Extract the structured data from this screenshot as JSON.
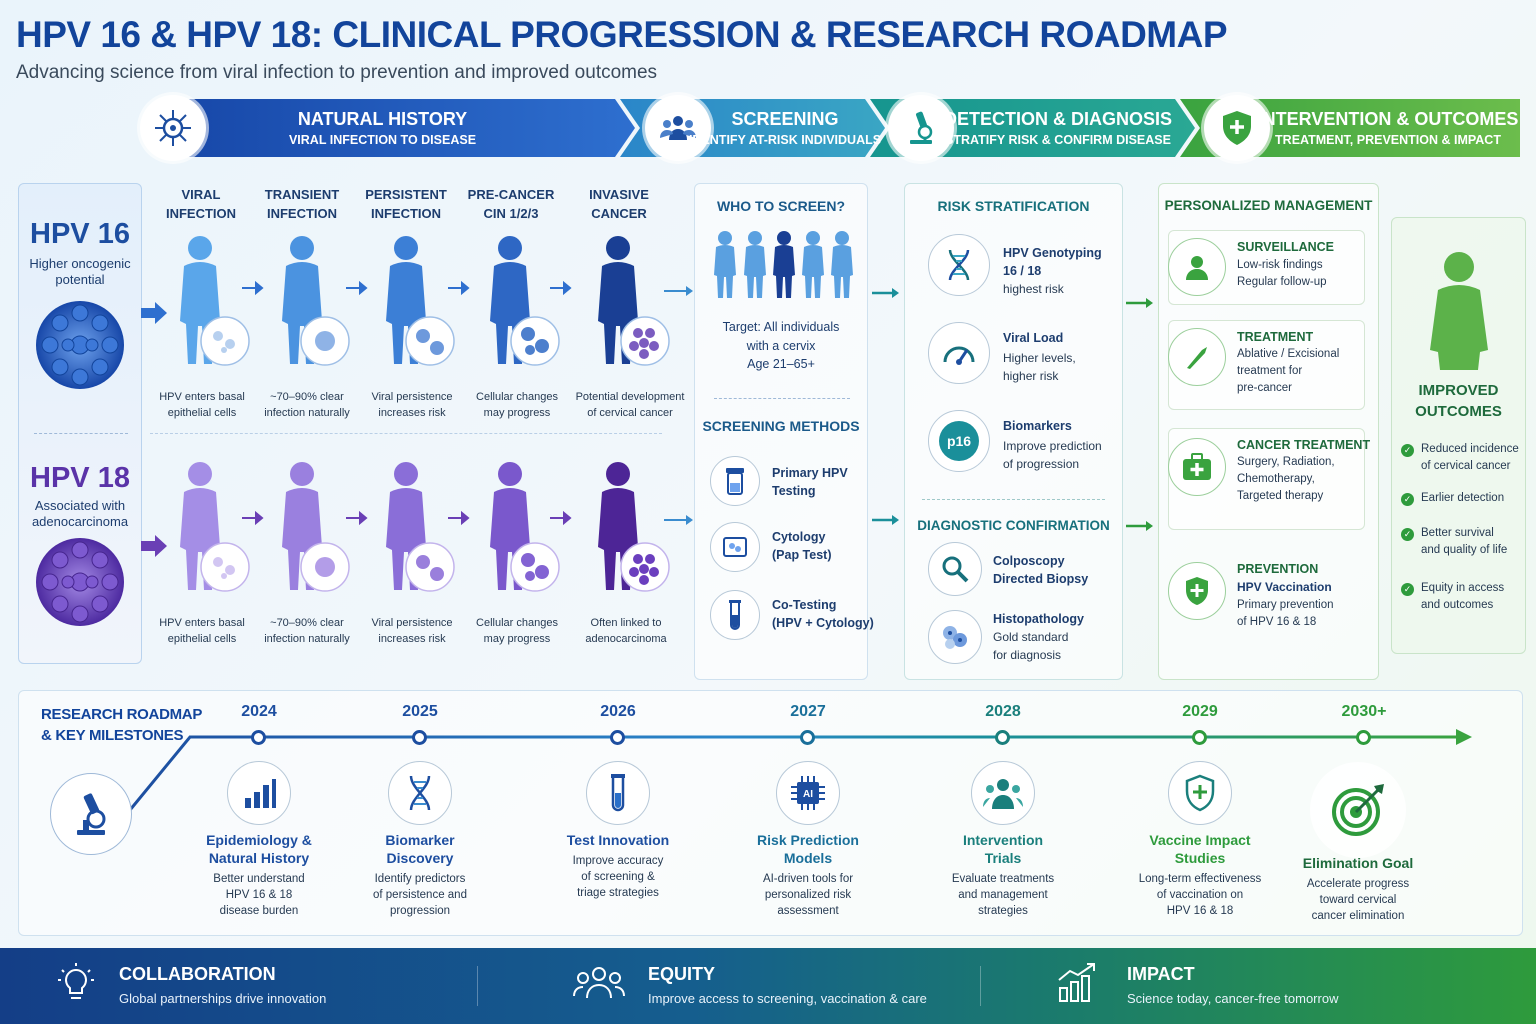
{
  "header": {
    "title": "HPV 16 & HPV 18: CLINICAL PROGRESSION & RESEARCH ROADMAP",
    "subtitle": "Advancing science from viral infection to prevention and improved outcomes"
  },
  "bands": [
    {
      "title": "NATURAL HISTORY",
      "subtitle": "VIRAL INFECTION TO DISEASE",
      "icon": "virus-icon"
    },
    {
      "title": "SCREENING",
      "subtitle": "IDENTIFY AT-RISK INDIVIDUALS",
      "icon": "people-icon"
    },
    {
      "title": "DETECTION & DIAGNOSIS",
      "subtitle": "STRATIFY RISK & CONFIRM DISEASE",
      "icon": "microscope-icon"
    },
    {
      "title": "INTERVENTION & OUTCOMES",
      "subtitle": "TREATMENT, PREVENTION & IMPACT",
      "icon": "shield-icon"
    }
  ],
  "colors": {
    "blue": "#1d4ea0",
    "purple": "#6a3fb5",
    "teal": "#1a8f9a",
    "green": "#2e9b3c"
  },
  "strains": [
    {
      "name": "HPV 16",
      "desc1": "Higher oncogenic",
      "desc2": "potential",
      "color": "#1d4ea0"
    },
    {
      "name": "HPV 18",
      "desc1": "Associated with",
      "desc2": "adenocarcinoma",
      "color": "#6a3fb5"
    }
  ],
  "stages": [
    {
      "line1": "VIRAL",
      "line2": "INFECTION"
    },
    {
      "line1": "TRANSIENT",
      "line2": "INFECTION"
    },
    {
      "line1": "PERSISTENT",
      "line2": "INFECTION"
    },
    {
      "line1": "PRE-CANCER",
      "line2": "CIN 1/2/3"
    },
    {
      "line1": "INVASIVE",
      "line2": "CANCER"
    }
  ],
  "captions16": [
    {
      "a": "HPV enters basal",
      "b": "epithelial cells"
    },
    {
      "a": "~70–90% clear",
      "b": "infection naturally"
    },
    {
      "a": "Viral persistence",
      "b": "increases risk"
    },
    {
      "a": "Cellular changes",
      "b": "may progress"
    },
    {
      "a": "Potential development",
      "b": "of cervical cancer"
    }
  ],
  "captions18": [
    {
      "a": "HPV enters basal",
      "b": "epithelial cells"
    },
    {
      "a": "~70–90% clear",
      "b": "infection naturally"
    },
    {
      "a": "Viral persistence",
      "b": "increases risk"
    },
    {
      "a": "Cellular changes",
      "b": "may progress"
    },
    {
      "a": "Often linked to",
      "b": "adenocarcinoma"
    }
  ],
  "screening": {
    "who_title": "WHO TO SCREEN?",
    "target1": "Target: All individuals",
    "target2": "with a cervix",
    "target3": "Age 21–65+",
    "methods_title": "SCREENING METHODS",
    "methods": [
      {
        "l1": "Primary HPV",
        "l2": "Testing",
        "icon": "test-jar-icon"
      },
      {
        "l1": "Cytology",
        "l2": "(Pap Test)",
        "icon": "slide-icon"
      },
      {
        "l1": "Co-Testing",
        "l2": "(HPV + Cytology)",
        "icon": "test-tube-icon"
      }
    ]
  },
  "detection": {
    "risk_title": "RISK STRATIFICATION",
    "risk_items": [
      {
        "t": "HPV Genotyping",
        "t2": "16 / 18",
        "d": "highest risk",
        "d2": "",
        "icon": "dna-icon"
      },
      {
        "t": "Viral Load",
        "t2": "",
        "d": "Higher levels,",
        "d2": "higher risk",
        "icon": "gauge-icon"
      },
      {
        "t": "Biomarkers",
        "t2": "",
        "d": "Improve prediction",
        "d2": "of progression",
        "icon": "p16-icon",
        "badge": "p16"
      }
    ],
    "diag_title": "DIAGNOSTIC CONFIRMATION",
    "diag_items": [
      {
        "t": "Colposcopy",
        "t2": "Directed Biopsy",
        "d": "",
        "d2": "",
        "icon": "magnifier-icon"
      },
      {
        "t": "Histopathology",
        "t2": "",
        "d": "Gold standard",
        "d2": "for diagnosis",
        "icon": "cells-icon"
      }
    ]
  },
  "management": {
    "title": "PERSONALIZED MANAGEMENT",
    "items": [
      {
        "t": "SURVEILLANCE",
        "sub": "",
        "d1": "Low-risk findings",
        "d2": "Regular follow-up",
        "d3": "",
        "d4": "",
        "icon": "person-icon"
      },
      {
        "t": "TREATMENT",
        "sub": "",
        "d1": "Ablative / Excisional",
        "d2": "treatment for",
        "d3": "pre-cancer",
        "d4": "",
        "icon": "scalpel-icon"
      },
      {
        "t": "CANCER TREATMENT",
        "sub": "",
        "d1": "Surgery, Radiation,",
        "d2": "Chemotherapy,",
        "d3": "Targeted therapy",
        "d4": "",
        "icon": "medkit-icon"
      },
      {
        "t": "PREVENTION",
        "sub": "HPV Vaccination",
        "d1": "Primary prevention",
        "d2": "of HPV 16 & 18",
        "d3": "",
        "d4": "",
        "icon": "shield-plus-icon"
      }
    ]
  },
  "outcomes": {
    "title1": "IMPROVED",
    "title2": "OUTCOMES",
    "items": [
      {
        "a": "Reduced incidence",
        "b": "of cervical cancer"
      },
      {
        "a": "Earlier detection",
        "b": ""
      },
      {
        "a": "Better survival",
        "b": "and quality of life"
      },
      {
        "a": "Equity in access",
        "b": "and outcomes"
      }
    ]
  },
  "roadmap": {
    "title1": "RESEARCH ROADMAP",
    "title2": "& KEY MILESTONES",
    "milestones": [
      {
        "year": "2024",
        "t1": "Epidemiology &",
        "t2": "Natural History",
        "d1": "Better understand",
        "d2": "HPV 16 & 18",
        "d3": "disease burden",
        "icon": "bar-chart-icon"
      },
      {
        "year": "2025",
        "t1": "Biomarker",
        "t2": "Discovery",
        "d1": "Identify predictors",
        "d2": "of persistence and",
        "d3": "progression",
        "icon": "dna-icon"
      },
      {
        "year": "2026",
        "t1": "Test Innovation",
        "t2": "",
        "d1": "Improve accuracy",
        "d2": "of screening &",
        "d3": "triage strategies",
        "icon": "test-tube-icon"
      },
      {
        "year": "2027",
        "t1": "Risk Prediction",
        "t2": "Models",
        "d1": "AI-driven tools for",
        "d2": "personalized risk",
        "d3": "assessment",
        "icon": "ai-chip-icon",
        "badge": "AI"
      },
      {
        "year": "2028",
        "t1": "Intervention",
        "t2": "Trials",
        "d1": "Evaluate treatments",
        "d2": "and management",
        "d3": "strategies",
        "icon": "group-icon"
      },
      {
        "year": "2029",
        "t1": "Vaccine Impact",
        "t2": "Studies",
        "d1": "Long-term effectiveness",
        "d2": "of vaccination on",
        "d3": "HPV 16 & 18",
        "icon": "shield-plus-icon"
      },
      {
        "year": "2030+",
        "t1": "Elimination Goal",
        "t2": "",
        "d1": "Accelerate progress",
        "d2": "toward cervical",
        "d3": "cancer elimination",
        "icon": "target-icon"
      }
    ]
  },
  "footer": [
    {
      "t": "COLLABORATION",
      "d": "Global partnerships drive innovation",
      "icon": "lightbulb-icon"
    },
    {
      "t": "EQUITY",
      "d": "Improve access to screening, vaccination & care",
      "icon": "people-icon"
    },
    {
      "t": "IMPACT",
      "d": "Science today, cancer-free tomorrow",
      "icon": "growth-chart-icon"
    }
  ]
}
